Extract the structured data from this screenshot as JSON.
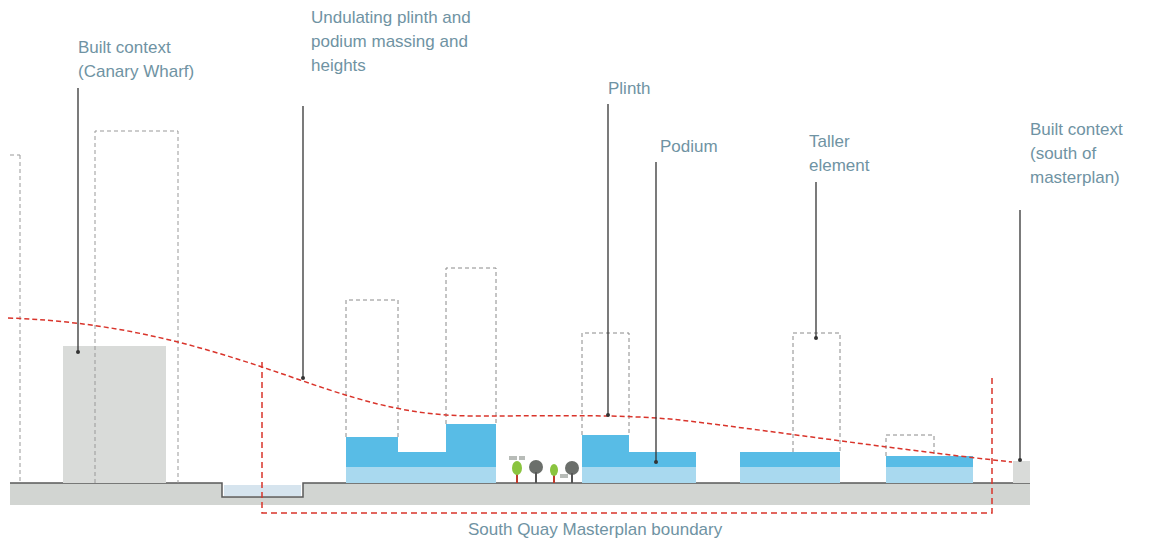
{
  "diagram": {
    "labels": [
      "Built context (Canary Wharf)",
      "Undulating plinth and podium massing and heights",
      "Plinth",
      "Podium",
      "Taller element",
      "Built context (south of masterplan)",
      "South Quay Masterplan boundary"
    ]
  }
}
